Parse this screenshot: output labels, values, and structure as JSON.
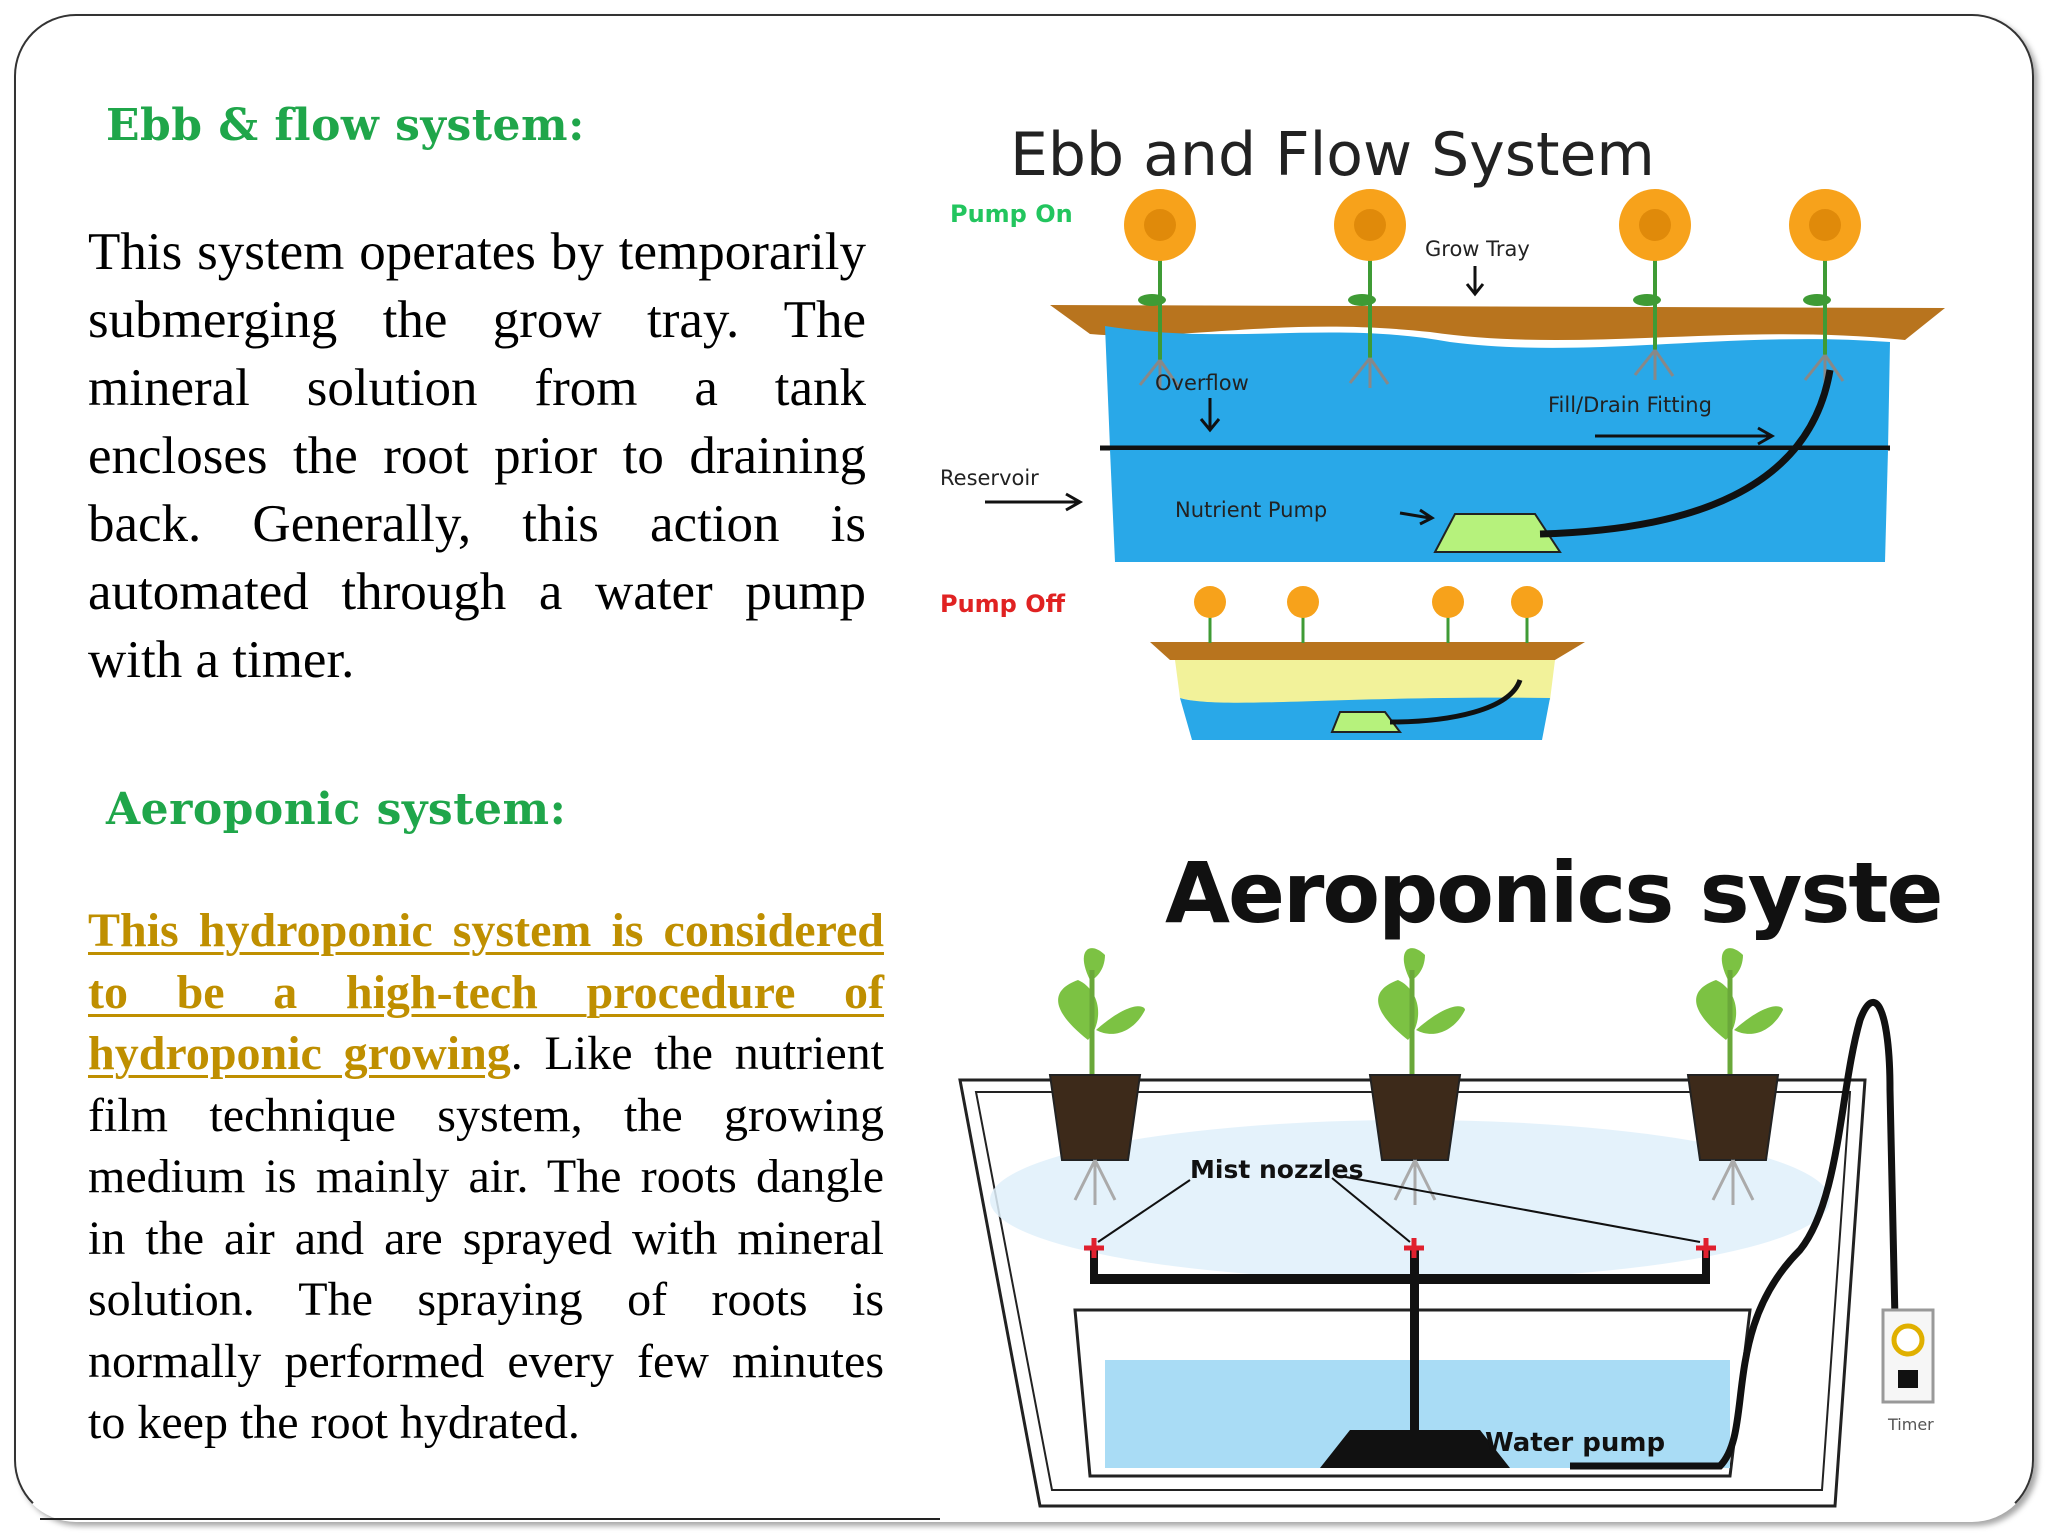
{
  "ebb": {
    "heading": "Ebb & flow system:",
    "paragraph": "This system operates by temporarily submerging the grow tray. The mineral solution from a tank encloses the root prior to draining back. Generally, this action is automated through a water pump with a timer."
  },
  "aero": {
    "heading": "Aeroponic system:",
    "highlight": "This hydroponic system is considered to be a high-tech procedure of hydroponic growing",
    "rest": ". Like the nutrient film technique system, the growing medium is mainly air. The roots dangle in the air and are sprayed with mineral solution. The spraying of roots is normally performed every few minutes to keep the root hydrated."
  },
  "ebb_diagram": {
    "title": "Ebb and Flow System",
    "pump_on": "Pump On",
    "pump_off": "Pump Off",
    "grow_tray": "Grow Tray",
    "overflow": "Overflow",
    "fill_drain": "Fill/Drain Fitting",
    "reservoir": "Reservoir",
    "nutrient_pump": "Nutrient Pump",
    "colors": {
      "water": "#29a8e8",
      "tray": "#b8741e",
      "pump": "#b6f27c",
      "label_on": "#22c55e",
      "label_off": "#e02222"
    }
  },
  "aero_diagram": {
    "title": "Aeroponics system",
    "mist_nozzles": "Mist nozzles",
    "water_pump": "Water pump",
    "timer": "Timer",
    "colors": {
      "water": "#a9dcf5",
      "leaf": "#7cc243",
      "nozzle": "#e0202e"
    }
  }
}
